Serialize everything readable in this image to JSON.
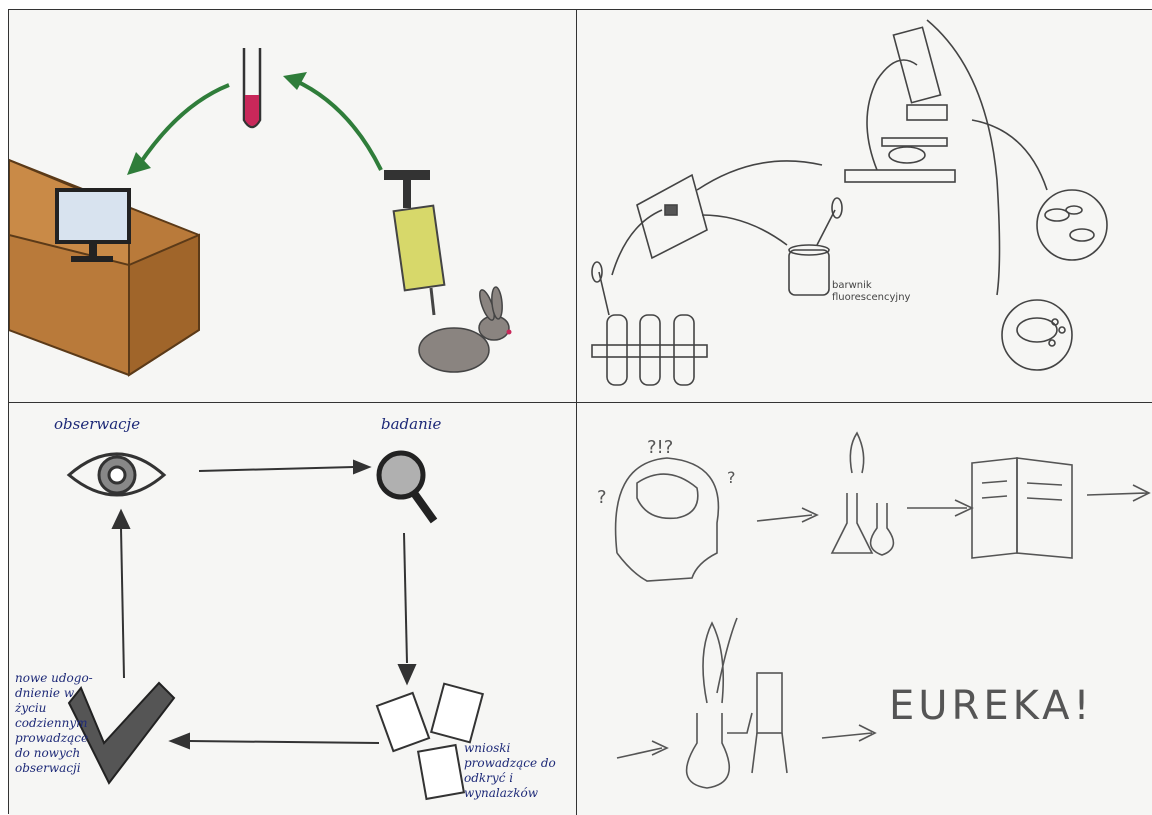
{
  "panel2": {
    "label_line1": "barwnik",
    "label_line2": "fluorescencyjny"
  },
  "panel3": {
    "observation_label": "obserwacje",
    "research_label": "badanie",
    "improvement_lines": [
      "nowe udogo-",
      "dnienie w",
      "życiu",
      "codziennym",
      "prowadzące",
      "do nowych",
      "obserwacji"
    ],
    "conclusions_lines": [
      "wnioski",
      "prowadzące do",
      "odkryć i",
      "wynalazków"
    ]
  },
  "panel4": {
    "eureka_text": "EUREKA!"
  },
  "colors": {
    "arrow_green": "#2f7d3a",
    "ink_blue": "#1e2a78",
    "wood": "#b97a3a",
    "liquid": "#c8285a",
    "syringe": "#d7d86a"
  }
}
